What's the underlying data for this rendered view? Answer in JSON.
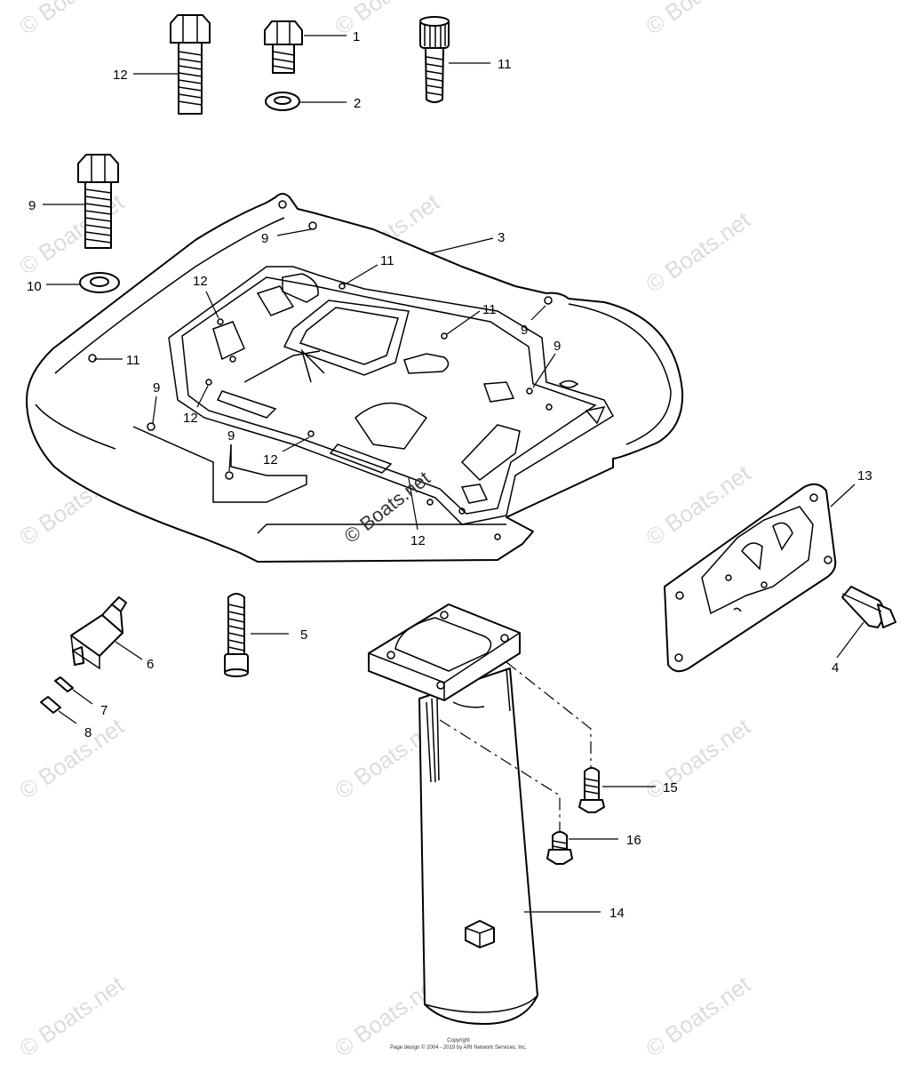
{
  "watermark": "© Boats.net",
  "center_watermark": "© Boats.net",
  "callouts": [
    {
      "id": "c12a",
      "label": "12"
    },
    {
      "id": "c1",
      "label": "1"
    },
    {
      "id": "c11a",
      "label": "11"
    },
    {
      "id": "c2",
      "label": "2"
    },
    {
      "id": "c9a",
      "label": "9"
    },
    {
      "id": "c10",
      "label": "10"
    },
    {
      "id": "c3",
      "label": "3"
    },
    {
      "id": "c9b",
      "label": "9"
    },
    {
      "id": "c11b",
      "label": "11"
    },
    {
      "id": "c12b",
      "label": "12"
    },
    {
      "id": "c11c",
      "label": "11"
    },
    {
      "id": "c9c",
      "label": "9"
    },
    {
      "id": "c9d",
      "label": "9"
    },
    {
      "id": "c11d",
      "label": "11"
    },
    {
      "id": "c9e",
      "label": "9"
    },
    {
      "id": "c12c",
      "label": "12"
    },
    {
      "id": "c9f",
      "label": "9"
    },
    {
      "id": "c12d",
      "label": "12"
    },
    {
      "id": "c12e",
      "label": "12"
    },
    {
      "id": "c13",
      "label": "13"
    },
    {
      "id": "c5",
      "label": "5"
    },
    {
      "id": "c6",
      "label": "6"
    },
    {
      "id": "c4",
      "label": "4"
    },
    {
      "id": "c7",
      "label": "7"
    },
    {
      "id": "c8",
      "label": "8"
    },
    {
      "id": "c15",
      "label": "15"
    },
    {
      "id": "c16",
      "label": "16"
    },
    {
      "id": "c14",
      "label": "14"
    }
  ],
  "footer": {
    "line1": "Copyright",
    "line2": "Page design © 2004 - 2019 by ARI Network Services, Inc."
  }
}
